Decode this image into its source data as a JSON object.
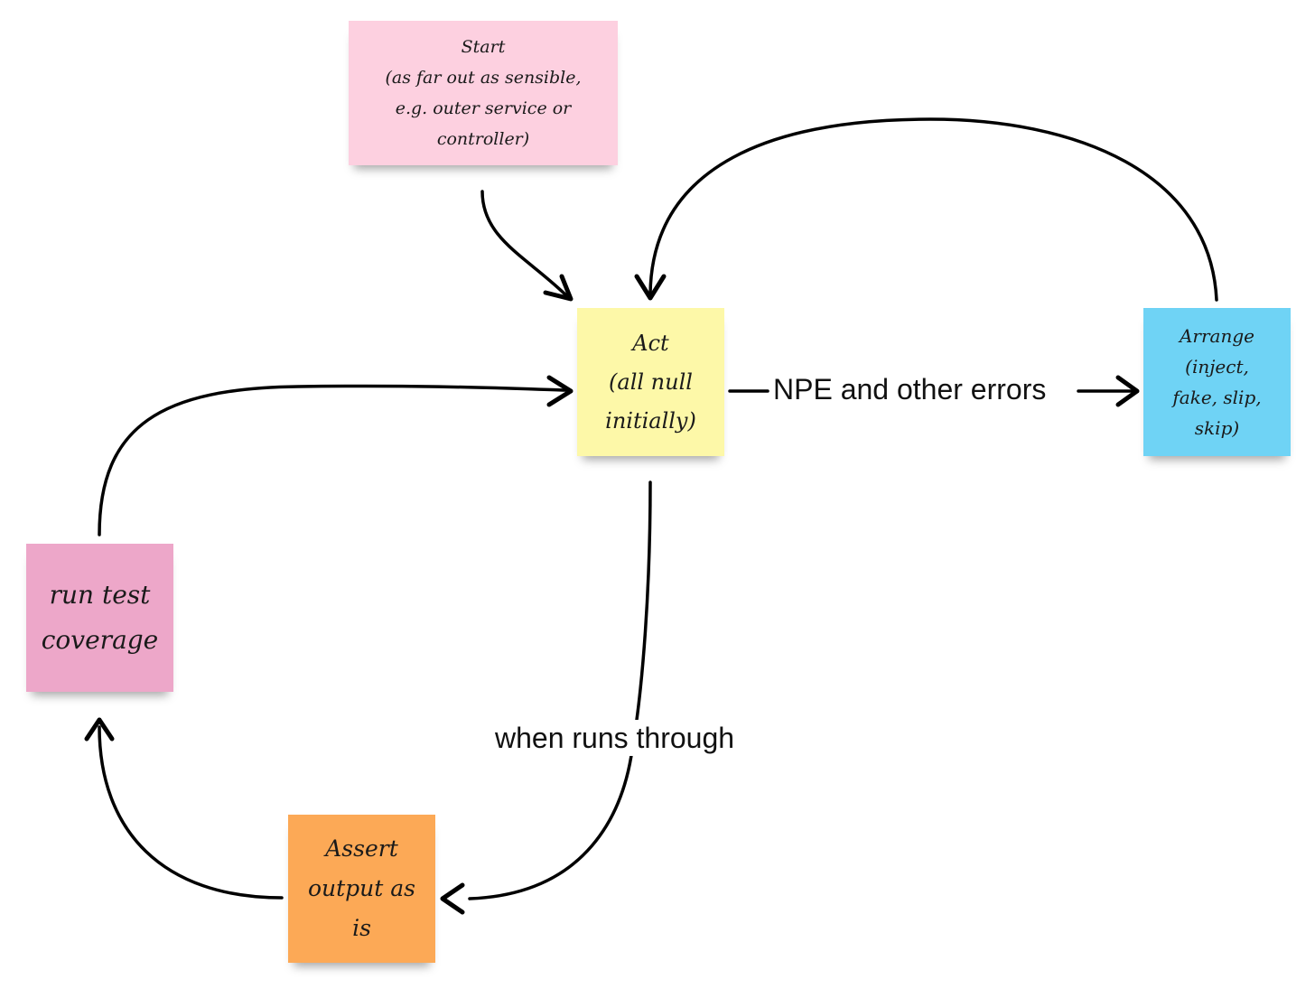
{
  "nodes": {
    "start": {
      "text": "Start\n(as far out as sensible,\ne.g. outer service or\ncontroller)",
      "color": "#fdd0e0"
    },
    "act": {
      "text": "Act\n(all null\ninitially)",
      "color": "#fdf8a8"
    },
    "arrange": {
      "text": "Arrange\n(inject,\nfake, slip,\nskip)",
      "color": "#6fd3f5"
    },
    "run_coverage": {
      "text": "run test\ncoverage",
      "color": "#eda7c9"
    },
    "assert": {
      "text": "Assert\noutput as\nis",
      "color": "#fca956"
    }
  },
  "edges": {
    "act_to_arrange_label": "NPE and other errors",
    "act_to_assert_label": "when runs through"
  }
}
